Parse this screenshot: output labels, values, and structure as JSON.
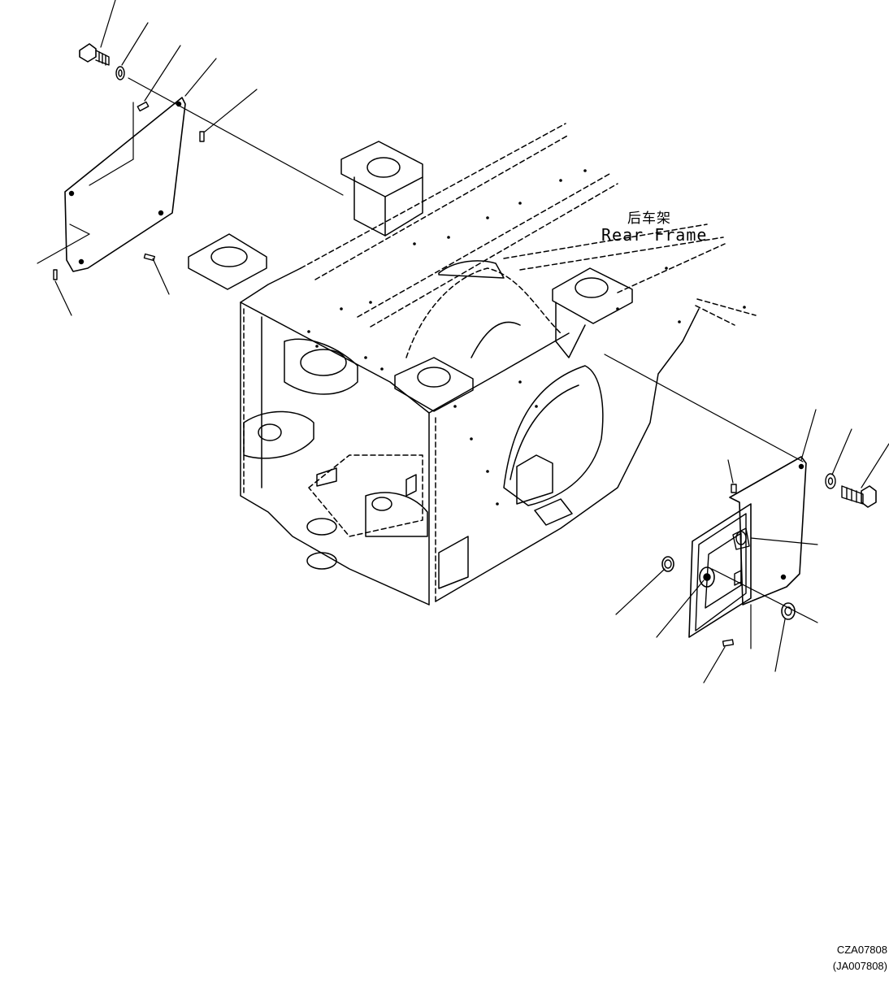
{
  "label": {
    "name_cn": "后车架",
    "name_en": "Rear Frame"
  },
  "drawing_codes": {
    "primary": "CZA07808",
    "secondary": "(JA007808)"
  },
  "colors": {
    "line": "#000000",
    "background": "#ffffff"
  }
}
